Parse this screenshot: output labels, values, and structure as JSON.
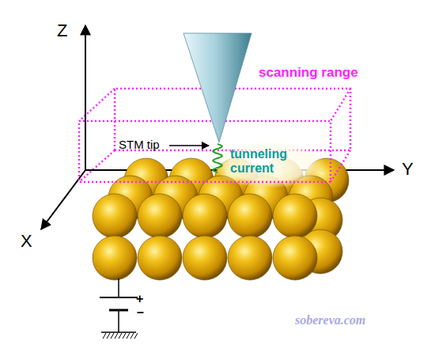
{
  "diagram": {
    "labels": [
      "Z",
      "Y",
      "X",
      "scanning range",
      "STM tip",
      "tunneling current",
      "+",
      "–",
      "sobereva.com"
    ]
  }
}
